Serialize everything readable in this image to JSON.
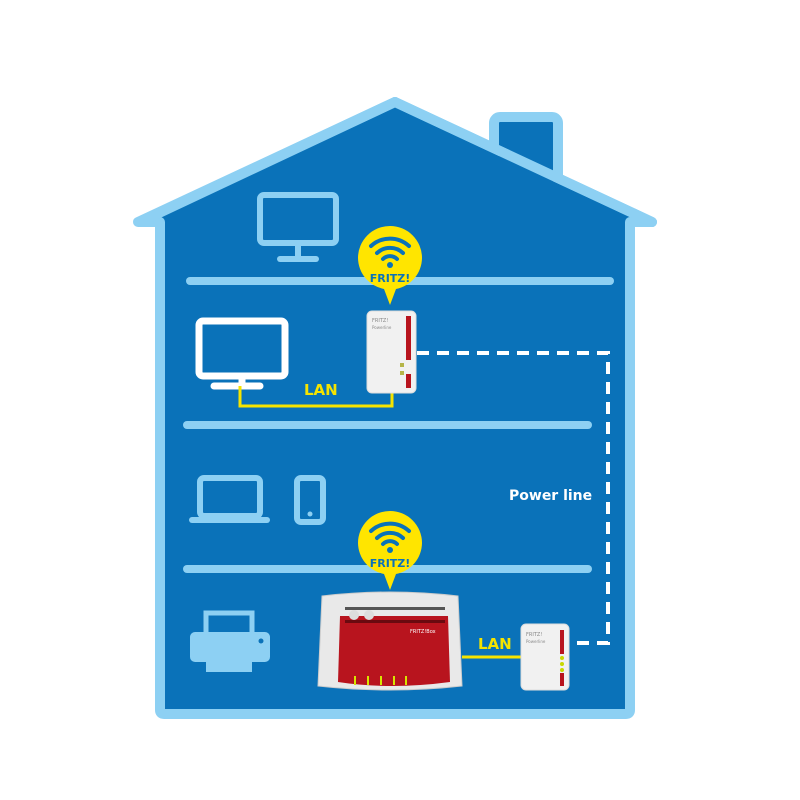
{
  "labels": {
    "lan_upper": "LAN",
    "lan_lower": "LAN",
    "power_line": "Power line",
    "wifi_upper": "FRITZ!",
    "wifi_lower": "FRITZ!"
  },
  "devices": {
    "powerline_upper_brand": "FRITZ!",
    "powerline_upper_model": "Powerline",
    "powerline_lower_brand": "FRITZ!",
    "powerline_lower_model": "Powerline",
    "router_brand": "FRITZ!Box"
  },
  "colors": {
    "house_fill": "#0a72b9",
    "house_outline": "#8dd0f3",
    "lan_cable": "#f5e400",
    "bubble": "#ffe500",
    "device_red": "#b8141e"
  }
}
